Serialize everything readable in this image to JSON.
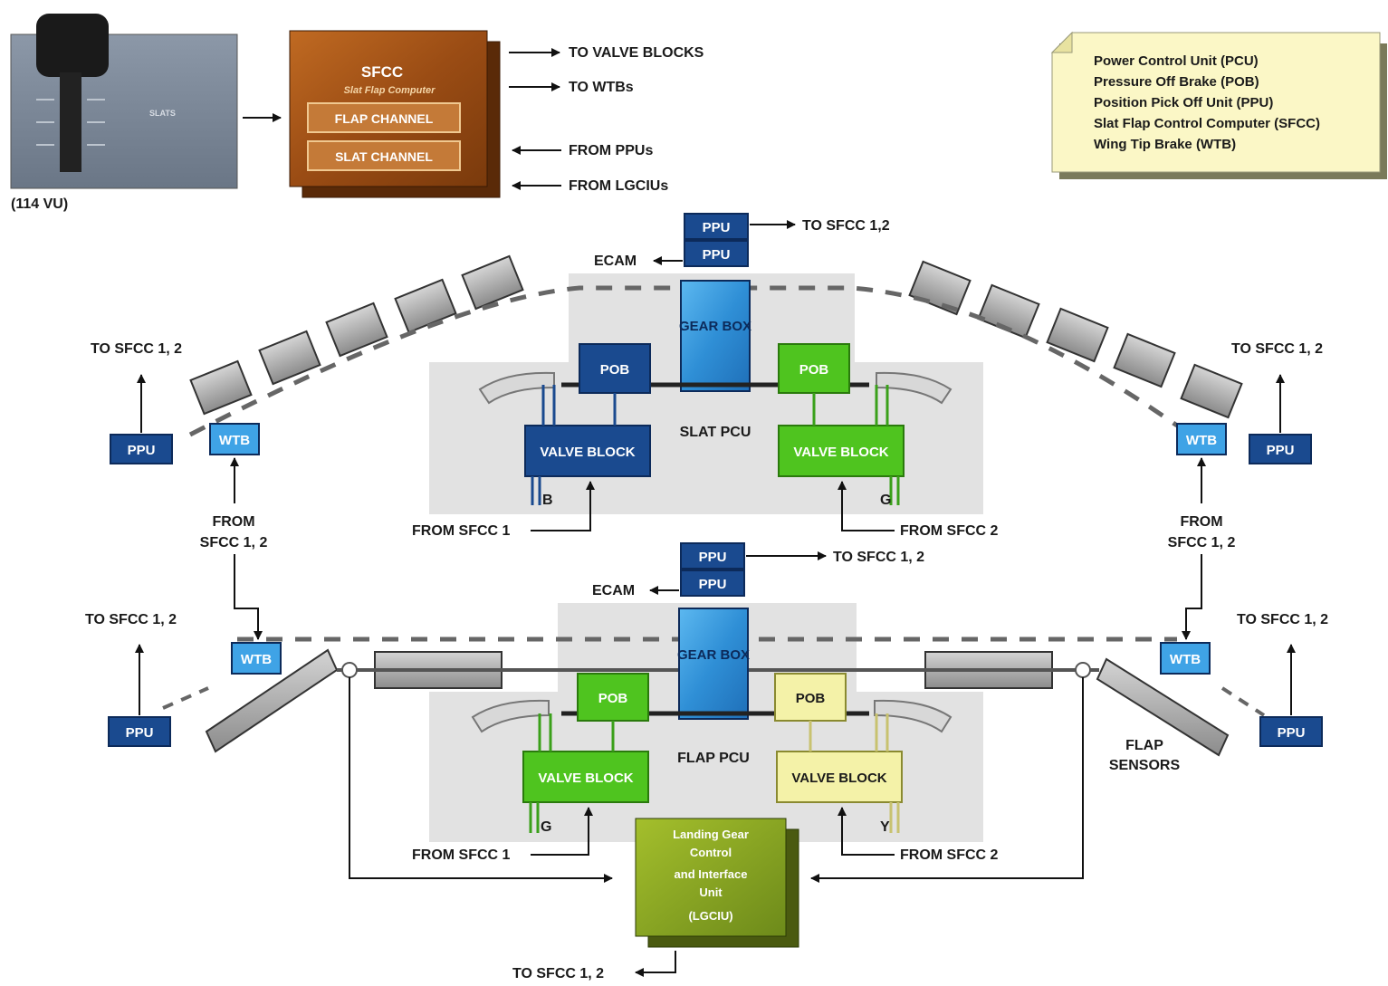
{
  "panel": {
    "caption": "(114 VU)",
    "plate_text": "SLATS"
  },
  "sfcc": {
    "title": "SFCC",
    "subtitle": "Slat Flap Computer",
    "flap_channel": "FLAP CHANNEL",
    "slat_channel": "SLAT CHANNEL",
    "outputs": [
      "TO VALVE BLOCKS",
      "TO WTBs"
    ],
    "inputs": [
      "FROM PPUs",
      "FROM LGCIUs"
    ]
  },
  "legend": [
    "Power Control Unit (PCU)",
    "Pressure Off Brake (POB)",
    "Position Pick Off Unit (PPU)",
    "Slat Flap Control Computer (SFCC)",
    "Wing Tip Brake (WTB)"
  ],
  "slat": {
    "ppu_top": "PPU",
    "ppu_bottom": "PPU",
    "to_sfcc": "TO SFCC 1,2",
    "ecam": "ECAM",
    "gearbox": "GEAR BOX",
    "pob_left": "POB",
    "pob_right": "POB",
    "valve_left": "VALVE BLOCK",
    "valve_right": "VALVE BLOCK",
    "pcu": "SLAT PCU",
    "hyd_left": "B",
    "hyd_right": "G",
    "from_sfcc1": "FROM SFCC 1",
    "from_sfcc2": "FROM SFCC 2",
    "left_ppu": "PPU",
    "left_wtb": "WTB",
    "left_to_sfcc": "TO SFCC 1, 2",
    "left_from_sfcc": [
      "FROM",
      "SFCC 1, 2"
    ],
    "right_ppu": "PPU",
    "right_wtb": "WTB",
    "right_to_sfcc": "TO SFCC 1, 2",
    "right_from_sfcc": [
      "FROM",
      "SFCC 1, 2"
    ]
  },
  "flap": {
    "ppu_top": "PPU",
    "ppu_bottom": "PPU",
    "to_sfcc": "TO SFCC 1, 2",
    "ecam": "ECAM",
    "gearbox": "GEAR BOX",
    "pob_left": "POB",
    "pob_right": "POB",
    "valve_left": "VALVE BLOCK",
    "valve_right": "VALVE BLOCK",
    "pcu": "FLAP PCU",
    "hyd_left": "G",
    "hyd_right": "Y",
    "from_sfcc1": "FROM SFCC 1",
    "from_sfcc2": "FROM SFCC 2",
    "left_ppu": "PPU",
    "left_wtb": "WTB",
    "left_to_sfcc": "TO SFCC 1, 2",
    "right_ppu": "PPU",
    "right_wtb": "WTB",
    "right_to_sfcc": "TO SFCC 1, 2",
    "sensors": [
      "FLAP",
      "SENSORS"
    ]
  },
  "lgciu": {
    "lines": [
      "Landing Gear",
      "Control",
      "and Interface",
      "Unit",
      "(LGCIU)"
    ],
    "to_sfcc": "TO SFCC 1, 2"
  },
  "colors": {
    "blue_dark": "#1a4a8f",
    "blue_light": "#3fa3e6",
    "green": "#4fc41f",
    "yellow": "#f4f2a8",
    "grey_zone": "#e2e2e2",
    "sfcc_orange": "#a85a1e",
    "lgciu_olive": "#8aa32a",
    "legend_bg": "#fbf7c6"
  }
}
